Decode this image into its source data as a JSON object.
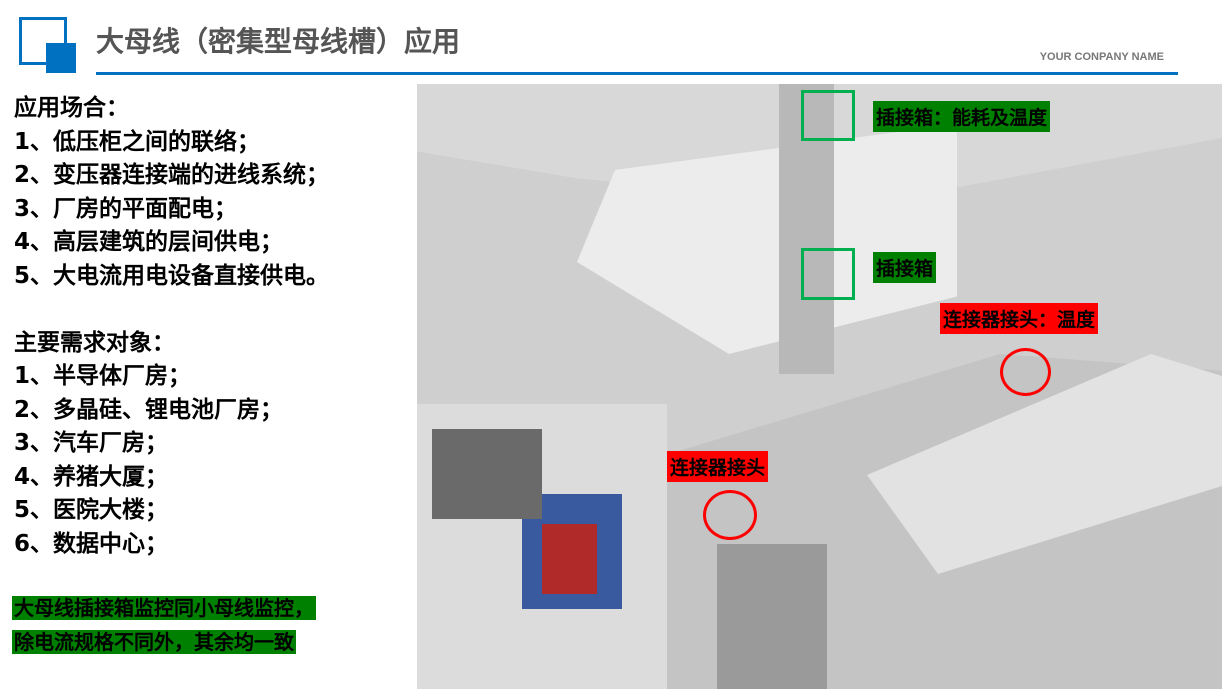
{
  "header": {
    "title": "大母线（密集型母线槽）应用",
    "company": "YOUR CONPANY NAME",
    "accent": "#0070c0"
  },
  "left": {
    "lines": [
      "应用场合：",
      "1、低压柜之间的联络；",
      "2、变压器连接端的进线系统；",
      "3、厂房的平面配电；",
      "4、高层建筑的层间供电；",
      "5、大电流用电设备直接供电。",
      "",
      "主要需求对象：",
      "1、半导体厂房；",
      "2、多晶硅、锂电池厂房；",
      "3、汽车厂房；",
      "4、养猪大厦；",
      "5、医院大楼；",
      "6、数据中心；"
    ]
  },
  "note": {
    "line1": "大母线插接箱监控同小母线监控，",
    "line2": "除电流规格不同外，其余均一致"
  },
  "photo": {
    "labels": {
      "box_energy": "插接箱：能耗及温度",
      "box": "插接箱",
      "connector_temp": "连接器接头：温度",
      "connector": "连接器接头"
    }
  }
}
